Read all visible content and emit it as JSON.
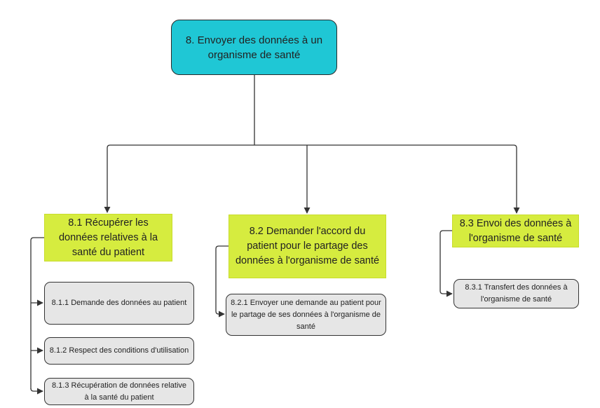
{
  "root": {
    "label": "8. Envoyer des données à un organisme de santé"
  },
  "branches": [
    {
      "label": "8.1 Récupérer les données relatives à la santé du patient",
      "children": [
        {
          "label": "8.1.1 Demande des données au patient"
        },
        {
          "label": "8.1.2 Respect des conditions d'utilisation"
        },
        {
          "label": "8.1.3 Récupération de données relative à la santé du patient"
        }
      ]
    },
    {
      "label": "8.2 Demander l'accord du patient pour le partage des données à l'organisme de santé",
      "children": [
        {
          "label": "8.2.1 Envoyer une demande au patient pour le partage de ses données à l'organisme de santé"
        }
      ]
    },
    {
      "label": "8.3 Envoi des données à l'organisme de santé",
      "children": [
        {
          "label": "8.3.1 Transfert des données à l'organisme de santé"
        }
      ]
    }
  ],
  "colors": {
    "root_fill": "#1fc7d5",
    "branch_fill": "#d6ec3f",
    "leaf_fill": "#e6e6e6",
    "connector": "#333333"
  }
}
